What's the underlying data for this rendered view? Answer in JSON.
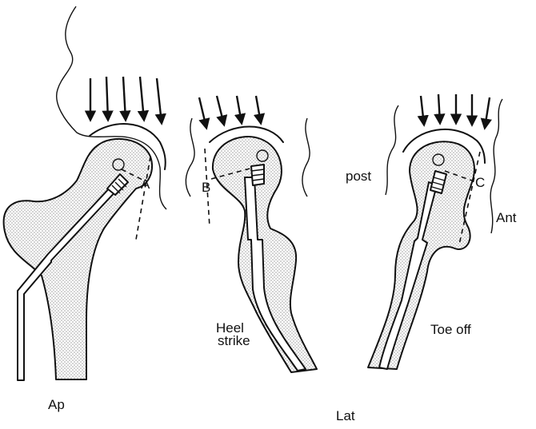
{
  "labels": {
    "point_o_ap": "O",
    "point_a": "A",
    "point_b": "B",
    "point_o_heel": "O",
    "point_o_toe": "O",
    "point_c": "C",
    "post": "post",
    "ant": "Ant",
    "heel_strike_line1": "Heel",
    "heel_strike_line2": "strike",
    "toe_off": "Toe off",
    "ap": "Ap",
    "lat": "Lat"
  },
  "colors": {
    "ink": "#111111",
    "bone_stipple": "#9a9a9a",
    "background": "#ffffff"
  }
}
